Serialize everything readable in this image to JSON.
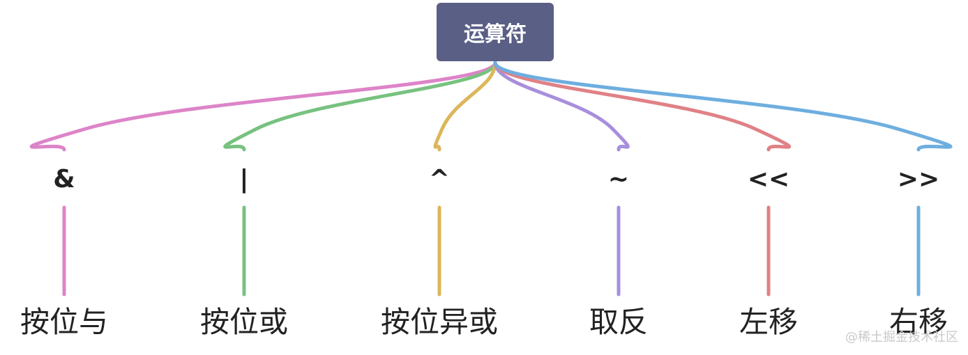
{
  "root": {
    "label": "运算符",
    "color": "#5a5f86"
  },
  "branches": [
    {
      "op": "&",
      "desc": "按位与",
      "color": "#dd84c8"
    },
    {
      "op": "|",
      "desc": "按位或",
      "color": "#77c27f"
    },
    {
      "op": "^",
      "desc": "按位异或",
      "color": "#dcb65a"
    },
    {
      "op": "~",
      "desc": "取反",
      "color": "#a88fdc"
    },
    {
      "op": "<<",
      "desc": "左移",
      "color": "#e08186"
    },
    {
      "op": ">>",
      "desc": "右移",
      "color": "#6eaedf"
    }
  ],
  "watermark": "@稀土掘金技术社区"
}
